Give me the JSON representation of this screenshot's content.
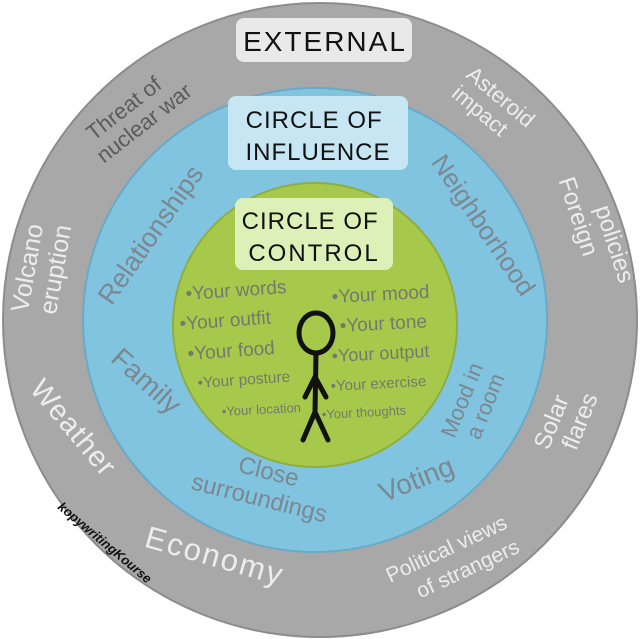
{
  "labels": {
    "external": "EXTERNAL",
    "influence": [
      "CIRCLE OF",
      "INFLUENCE"
    ],
    "control": [
      "CIRCLE OF",
      "CONTROL"
    ]
  },
  "external_items": [
    [
      "Threat of",
      "nuclear war"
    ],
    [
      "Asteroid",
      "impact"
    ],
    [
      "Foreign",
      "policies"
    ],
    [
      "Solar",
      "flares"
    ],
    [
      "Political views",
      "of strangers"
    ],
    [
      "Economy"
    ],
    [
      "Weather"
    ],
    [
      "Volcano",
      "eruption"
    ]
  ],
  "influence_items": [
    [
      "Relationships"
    ],
    [
      "Neighborhood"
    ],
    [
      "Mood in",
      "a room"
    ],
    [
      "Voting"
    ],
    [
      "Close",
      "surroundings"
    ],
    [
      "Family"
    ]
  ],
  "control_items": {
    "left": [
      "•Your words",
      "•Your outfit",
      "•Your food",
      "•Your posture",
      "•Your location"
    ],
    "right": [
      "•Your mood",
      "•Your tone",
      "•Your output",
      "•Your exercise",
      "•Your thoughts"
    ]
  },
  "figure": {
    "icon": "stick-figure-icon"
  },
  "credit": "kopywritingKourse",
  "colors": {
    "outer_ring": "#a8a8a8",
    "influence_ring": "#80c4df",
    "control_ring": "#a7c94b",
    "external_box": "#e9e9e9",
    "influence_box": "#c6e6f3",
    "control_box": "#ddf0b8"
  }
}
